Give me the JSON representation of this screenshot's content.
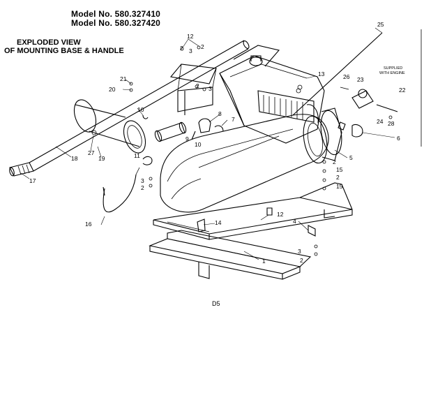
{
  "header": {
    "model_line_1": "Model No. 580.327410",
    "model_line_2": "Model No. 580.327420"
  },
  "title": {
    "line_1": "EXPLODED VIEW",
    "line_2": "OF MOUNTING BASE & HANDLE"
  },
  "note": {
    "line_1": "SUPPLIED",
    "line_2": "WITH ENGINE"
  },
  "page_code": "D5",
  "callouts": [
    "1",
    "2",
    "3",
    "4",
    "5",
    "6",
    "7",
    "8",
    "9",
    "10",
    "11",
    "12",
    "13",
    "14",
    "15",
    "16",
    "17",
    "18",
    "19",
    "20",
    "21",
    "22",
    "23",
    "24",
    "25",
    "26",
    "27",
    "28"
  ]
}
